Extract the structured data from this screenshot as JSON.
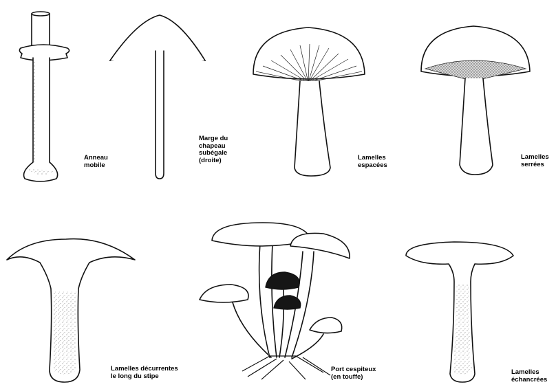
{
  "figures": [
    {
      "id": "anneau",
      "lines": [
        "Anneau",
        "mobile"
      ]
    },
    {
      "id": "marge",
      "lines": [
        "Marge du",
        "chapeau",
        "subégale",
        "(droite)"
      ]
    },
    {
      "id": "espacees",
      "lines": [
        "Lamelles",
        "espacées"
      ]
    },
    {
      "id": "serrees",
      "lines": [
        "Lamelles",
        "serrées"
      ]
    },
    {
      "id": "decurrentes",
      "lines": [
        "Lamelles décurrentes",
        "le long du stipe"
      ]
    },
    {
      "id": "cespiteux",
      "lines": [
        "Port cespiteux",
        "(en touffe)"
      ]
    },
    {
      "id": "echancrees",
      "lines": [
        "Lamelles",
        "échancrées"
      ]
    }
  ]
}
